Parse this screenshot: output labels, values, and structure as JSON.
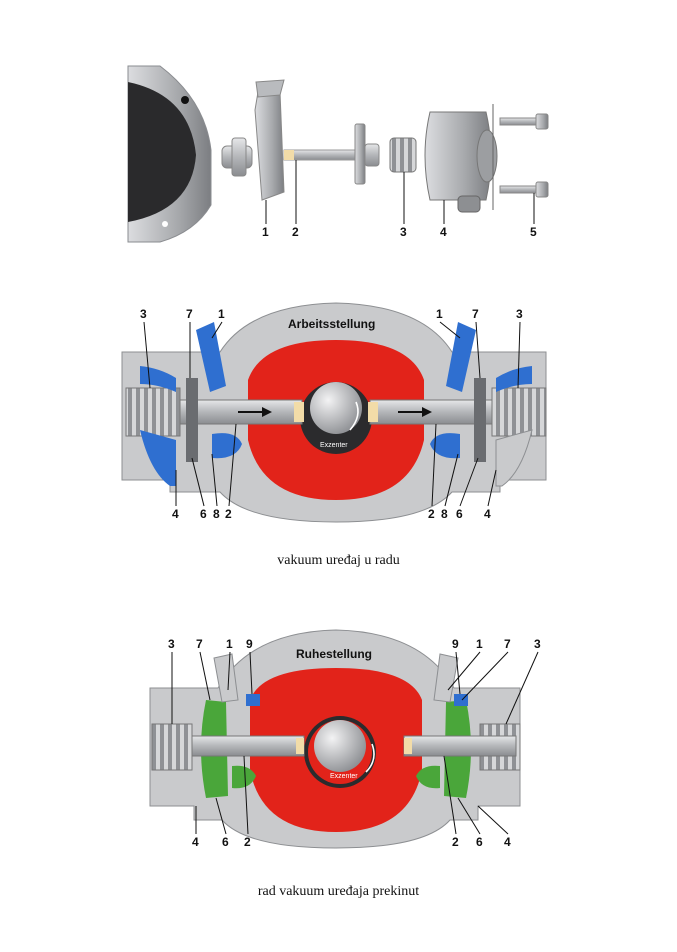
{
  "exploded_view": {
    "labels": [
      "1",
      "2",
      "3",
      "4",
      "5"
    ]
  },
  "working_position": {
    "title": "Arbeitsstellung",
    "eccentric_label": "Exzenter",
    "labels_top": [
      "3",
      "7",
      "1",
      "1",
      "7",
      "3"
    ],
    "labels_bottom": [
      "4",
      "6",
      "8",
      "2",
      "2",
      "8",
      "6",
      "4"
    ],
    "caption": "vakuum uređaj u radu"
  },
  "rest_position": {
    "title": "Ruhestellung",
    "eccentric_label": "Exzenter",
    "labels_top": [
      "3",
      "7",
      "1",
      "9",
      "9",
      "1",
      "7",
      "3"
    ],
    "labels_bottom": [
      "4",
      "6",
      "2",
      "2",
      "6",
      "4"
    ],
    "caption": "rad vakuum uređaja prekinut"
  },
  "colors": {
    "housing": "#c9cacc",
    "housing_dark": "#8d8f92",
    "eccentric": "#e2231a",
    "blue_parts": "#2f6fd0",
    "green_parts": "#4aa63a",
    "spring": "#b8b9bb"
  }
}
